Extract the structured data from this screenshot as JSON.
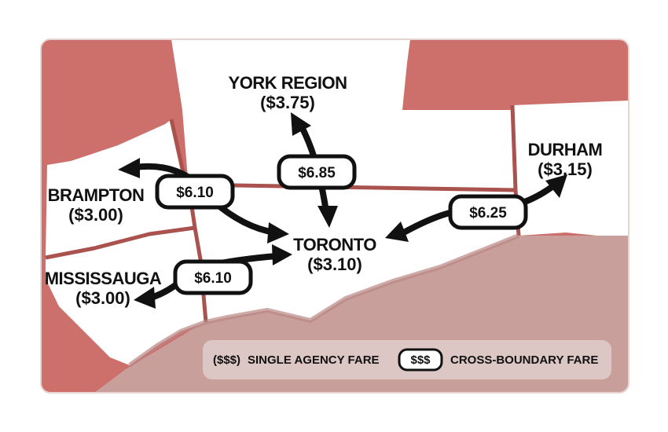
{
  "colors": {
    "water": "#c99f9c",
    "outer_land": "#cd6f6b",
    "region_land": "#ffffff",
    "border": "#a9524e",
    "ink": "#111111",
    "legend_bg": "#ddc7c5"
  },
  "regions": {
    "york": {
      "name": "YORK REGION",
      "fare": "($3.75)"
    },
    "durham": {
      "name": "DURHAM",
      "fare": "($3.15)"
    },
    "brampton": {
      "name": "BRAMPTON",
      "fare": "($3.00)"
    },
    "mississauga": {
      "name": "MISSISSAUGA",
      "fare": "($3.00)"
    },
    "toronto": {
      "name": "TORONTO",
      "fare": "($3.10)"
    }
  },
  "cross_fares": {
    "york_toronto": "$6.85",
    "brampton_toronto": "$6.10",
    "mississauga_toronto": "$6.10",
    "durham_toronto": "$6.25"
  },
  "legend": {
    "single_symbol": "($$$)",
    "single_label": "SINGLE AGENCY  FARE",
    "cross_symbol": "$$$",
    "cross_label": "CROSS-BOUNDARY FARE"
  }
}
